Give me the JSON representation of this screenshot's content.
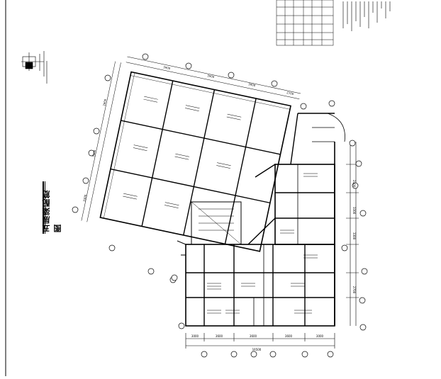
{
  "drawing": {
    "title": "五层梁配筋图"
  },
  "dimensions": {
    "bottom_total": "16500",
    "bottom_segments": [
      "3000",
      "3600",
      "3600",
      "3600",
      "3000"
    ],
    "right_segments": [
      "2400",
      "3300",
      "3300",
      "2700"
    ],
    "top_segments": [
      "3900",
      "3900",
      "3900",
      "2700"
    ],
    "left_segments": [
      "2600",
      "3300",
      "3300"
    ]
  }
}
